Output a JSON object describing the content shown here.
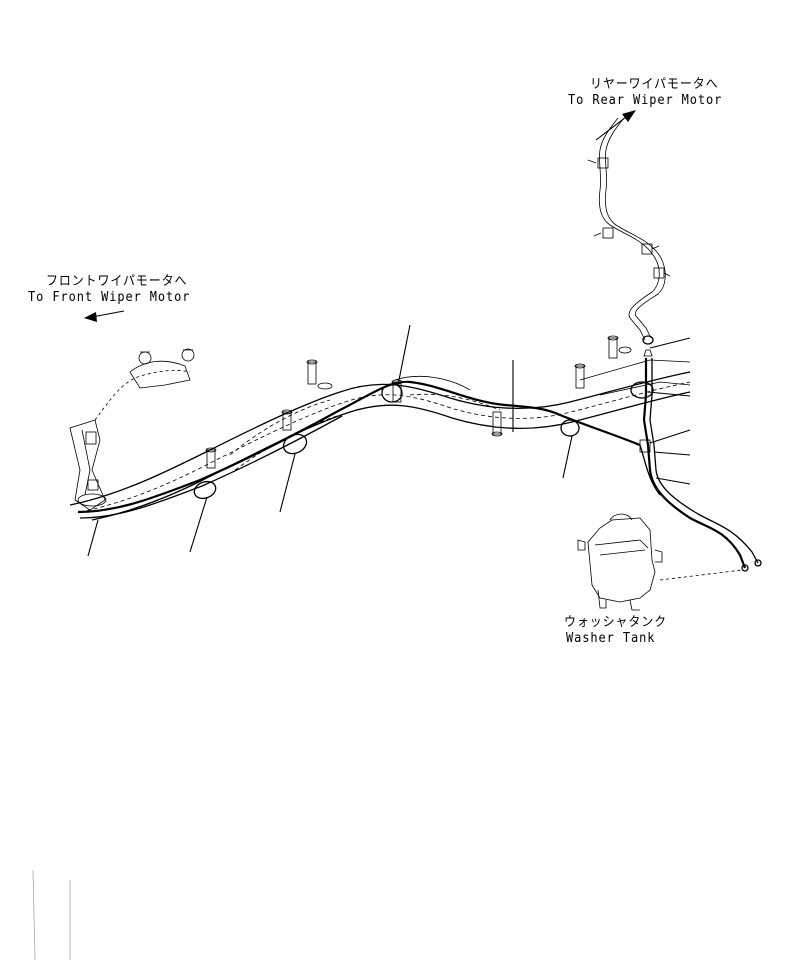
{
  "labels": {
    "rear_jp": "リヤーワイパモータへ",
    "rear_en": "To Rear Wiper Motor",
    "front_jp": "フロントワイパモータへ",
    "front_en": "To Front Wiper Motor",
    "tank_jp": "ウォッシャタンク",
    "tank_en": "Washer Tank"
  }
}
